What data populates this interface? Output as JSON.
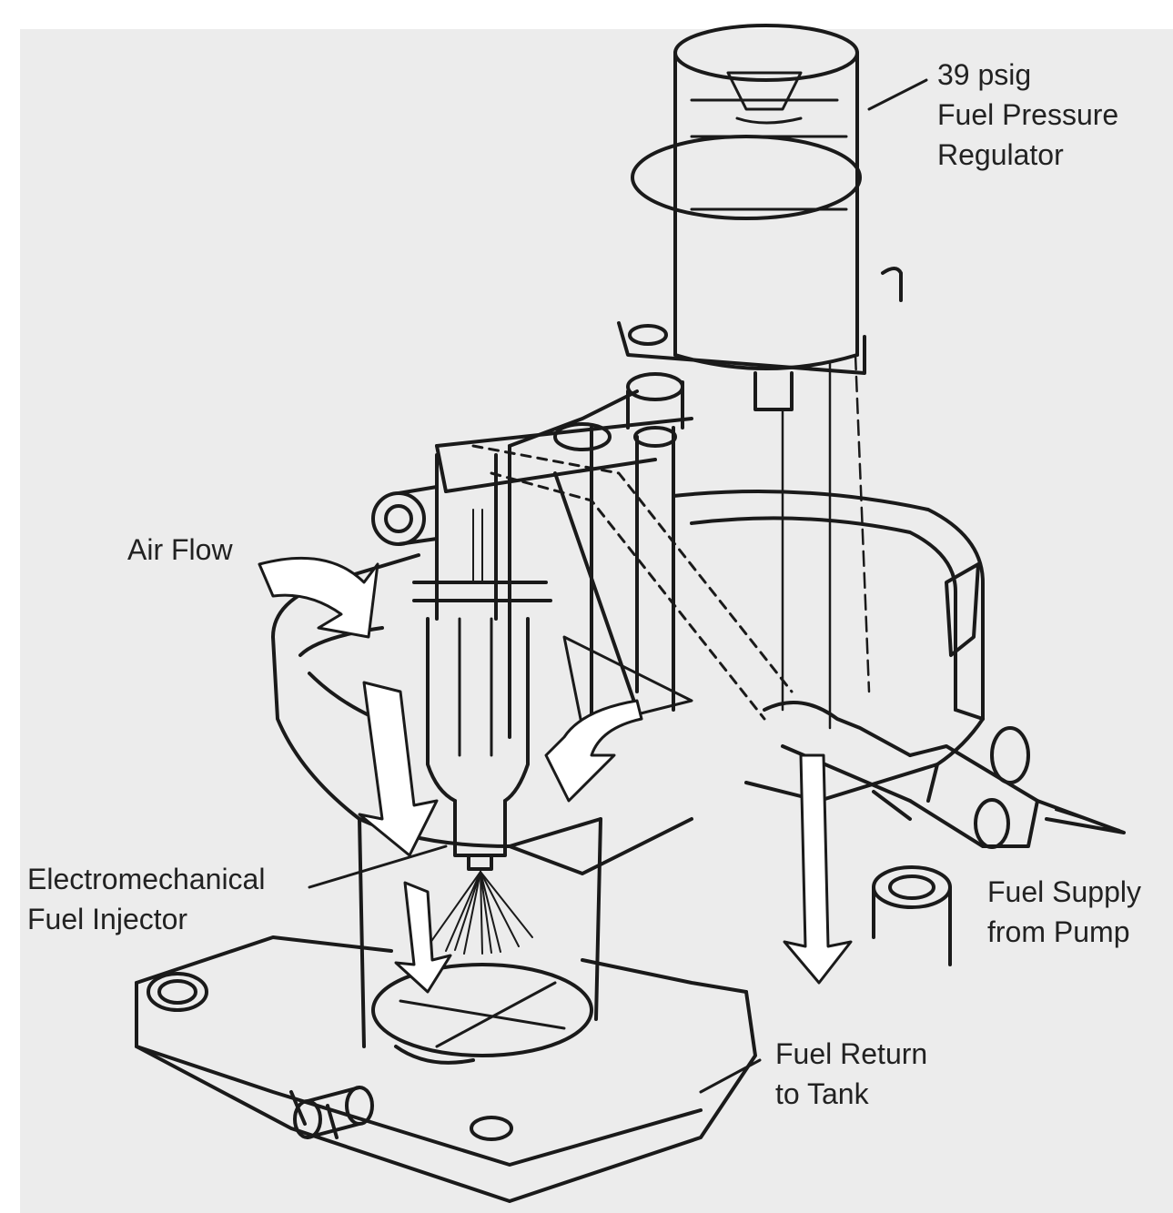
{
  "colors": {
    "paper": "#ececec",
    "ink": "#1a1a1a",
    "text": "#222222"
  },
  "labels": {
    "regulator": {
      "line1": "39 psig",
      "line2": "Fuel Pressure",
      "line3": "Regulator"
    },
    "air_flow": {
      "line1": "Air Flow"
    },
    "injector": {
      "line1": "Electromechanical",
      "line2": "Fuel Injector"
    },
    "supply": {
      "line1": "Fuel Supply",
      "line2": "from Pump"
    },
    "return": {
      "line1": "Fuel Return",
      "line2": "to Tank"
    }
  }
}
